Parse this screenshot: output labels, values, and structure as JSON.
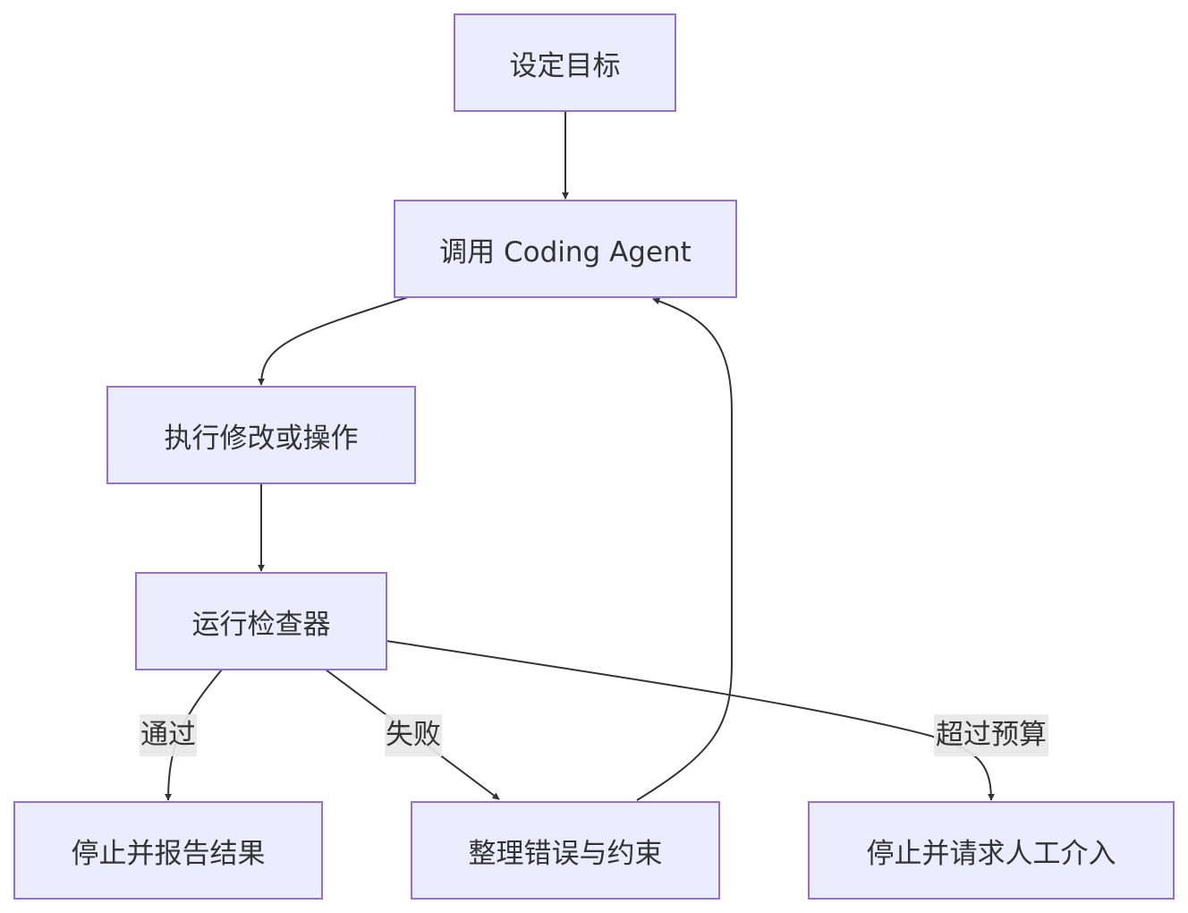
{
  "nodes": {
    "set_goal": "设定目标",
    "call_agent": "调用 Coding Agent",
    "execute": "执行修改或操作",
    "run_checker": "运行检查器",
    "stop_report": "停止并报告结果",
    "organize_errors": "整理错误与约束",
    "stop_human": "停止并请求人工介入"
  },
  "edge_labels": {
    "pass": "通过",
    "fail": "失败",
    "over_budget": "超过预算"
  },
  "colors": {
    "node_fill": "#ececff",
    "node_border": "#9370db",
    "edge": "#333333",
    "label_bg": "#e8e8e8",
    "text": "#333333"
  }
}
